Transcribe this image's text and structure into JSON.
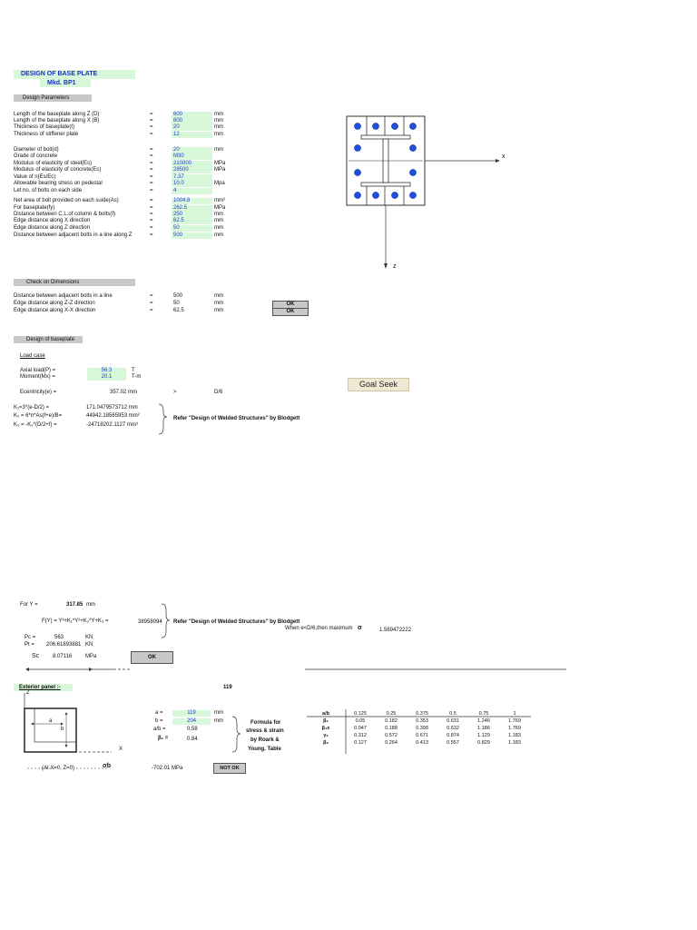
{
  "title": {
    "line1": "DESIGN OF BASE PLATE",
    "line2": "Mkd. BP1"
  },
  "design_parameters": {
    "header": "Design Parameters",
    "rows": [
      {
        "label": "Length of the baseplate along Z (D)",
        "eq": "=",
        "value": "600",
        "unit": "mm"
      },
      {
        "label": "Length of the baseplate along X (B)",
        "eq": "=",
        "value": "600",
        "unit": "mm"
      },
      {
        "label": "Thickness of baseplate(t)",
        "eq": "=",
        "value": "20",
        "unit": "mm"
      },
      {
        "label": "Thickness of stiffener plate",
        "eq": "=",
        "value": "12",
        "unit": "mm"
      },
      {
        "label": "Diameter of bolt(d)",
        "eq": "=",
        "value": "20",
        "unit": "mm"
      },
      {
        "label": "Grade of concrete",
        "eq": "=",
        "value": "M30",
        "unit": ""
      },
      {
        "label": "Modulus of elasticity of steel(Es)",
        "eq": "=",
        "value": "210000",
        "unit": "MPa"
      },
      {
        "label": "Modulus of elasticity of concrete(Ec)",
        "eq": "=",
        "value": "28500",
        "unit": "MPa"
      },
      {
        "label": "Value of n(Es/Ec)",
        "eq": "=",
        "value": "7.37",
        "unit": ""
      },
      {
        "label": "Allowable bearing stress on pedestal",
        "eq": "=",
        "value": "10.0",
        "unit": "Mpa"
      },
      {
        "label": "Let no. of bolts on each side",
        "eq": "=",
        "value": "4",
        "unit": ""
      },
      {
        "label": "Net area of bolt provided on each suide(As)",
        "eq": "=",
        "value": "1004.8",
        "unit": "mm²"
      },
      {
        "label": "For baseplate(fy)",
        "eq": "=",
        "value": "262.5",
        "unit": "MPa"
      },
      {
        "label": "Distance between C.L.of column & bolts(f)",
        "eq": "=",
        "value": "250",
        "unit": "mm"
      },
      {
        "label": "Edge distance along X direction",
        "eq": "=",
        "value": "62.5",
        "unit": "mm"
      },
      {
        "label": "Edge distance along Z direction",
        "eq": "=",
        "value": "50",
        "unit": "mm"
      },
      {
        "label": "Distance between adjacent bolts in a line along Z",
        "eq": "=",
        "value": "500",
        "unit": "mm"
      }
    ]
  },
  "diagram": {
    "x_label": "x",
    "z_label": "z"
  },
  "check_dimensions": {
    "header": "Check on Dimensions",
    "rows": [
      {
        "label": "Distance between adjacent bolts in a line",
        "eq": "=",
        "value": "500",
        "unit": "mm",
        "status": ""
      },
      {
        "label": "Edge distance along Z-Z direction",
        "eq": "=",
        "value": "50",
        "unit": "mm",
        "status": "OK"
      },
      {
        "label": "Edge distance along X-X direction",
        "eq": "=",
        "value": "62.5",
        "unit": "mm",
        "status": "OK"
      }
    ]
  },
  "design_baseplate": {
    "header": "Design of baseplate",
    "load_case": "Load case",
    "axial_label": "Axial load(P)   =",
    "axial_value": "56.3",
    "axial_unit": "T",
    "moment_label": "Moment(Mx)   =",
    "moment_value": "20.1",
    "moment_unit": "T-m",
    "ecc_label": "Ecentricity(e)   =",
    "ecc_value": "357.02 mm",
    "ecc_cmp": ">",
    "ecc_ref": "D/6",
    "goal_seek": "Goal Seek",
    "k1_label": "K₁=3*(e-D/2)  =",
    "k1_value": "171.0479573712 mm",
    "k2_label": "K₂ = 6*n*As(f+e)/B=",
    "k2_value": "44942.18565953 mm²",
    "k3_label": "K₃ = -K₂*(D/2+f)  =",
    "k3_value": "-24718202.1127 mm³",
    "refer": "Refer \"Design of Welded Structures\" by Blodgett"
  },
  "solution": {
    "fory_label": "For Y =",
    "fory_value": "317.85",
    "fory_unit": "mm",
    "fy_expr": "F(Y) = Y³+K₁*Y²+K₂*Y+K₃ =",
    "fy_value": "38958094",
    "refer": "Refer \"Design of Welded Structures\" by Blodgett",
    "when_text": "When e<D/6,then maximum",
    "sigma_sym": "σ",
    "when_value": "1.569472222",
    "pc_label": "Pc  =",
    "pc_value": "563",
    "pc_unit": "KN",
    "pt_label": "Pt  =",
    "pt_value": "206.61893881",
    "pt_unit": "KN",
    "sc_label": "Sc",
    "sc_value": "8.07116",
    "sc_unit": "MPa",
    "ok": "OK"
  },
  "exterior": {
    "header": "Exterior panel :-",
    "number": "119",
    "z_label": "Z",
    "x_label": "X",
    "a_label": "a",
    "b_label": "b",
    "a_row": {
      "label": "a =",
      "value": "119",
      "unit": "mm"
    },
    "b_row": {
      "label": "b =",
      "value": "204",
      "unit": "mm"
    },
    "ab_row": {
      "label": "a/b =",
      "value": "0.58"
    },
    "beta_row": {
      "label": "β₁ =",
      "value": "0.84"
    },
    "formula": [
      "Formula for",
      "stress & strain",
      "by Roark &",
      "Young. Table"
    ],
    "at_text": "(At X=0, Z=0)",
    "sigma_label": "σb",
    "sigma_value": "-702.01 MPa",
    "status": "NOT OK"
  },
  "roark_table": {
    "header": [
      "a/b",
      "0.125",
      "0.25",
      "0.375",
      "0.5",
      "0.75",
      "1"
    ],
    "rows": [
      [
        "β₁",
        "0.05",
        "0.182",
        "0.353",
        "0.631",
        "1.246",
        "1.769"
      ],
      [
        "β₁x",
        "0.047",
        "0.188",
        "0.398",
        "0.632",
        "1.186",
        "1.769"
      ],
      [
        "γ₁",
        "0.312",
        "0.572",
        "0.671",
        "0.874",
        "1.129",
        "1.183"
      ],
      [
        "β₂",
        "0.127",
        "0.264",
        "0.413",
        "0.557",
        "0.829",
        "1.183"
      ]
    ]
  }
}
